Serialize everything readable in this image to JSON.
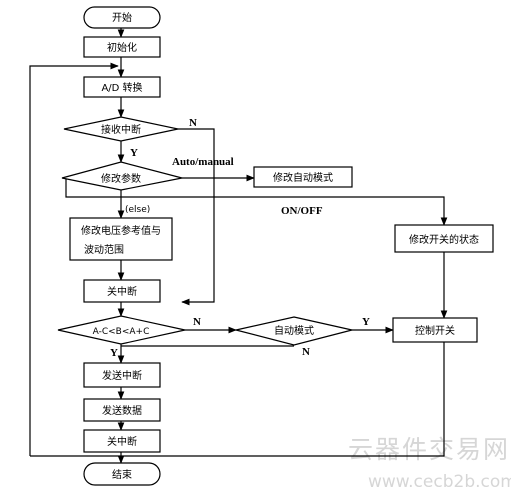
{
  "nodes": {
    "start": "开始",
    "init": "初始化",
    "adc": "A/D 转换",
    "recv_int": "接收中断",
    "modify_param": "修改参数",
    "modify_auto_mode": "修改自动模式",
    "modify_voltage_line1": "修改电压参考值与",
    "modify_voltage_line2": "波动范围",
    "modify_switch_state": "修改开关的状态",
    "close_int_1": "关中断",
    "compare": "A-C<B<A+C",
    "auto_mode": "自动模式",
    "control_switch": "控制开关",
    "send_int": "发送中断",
    "send_data": "发送数据",
    "close_int_2": "关中断",
    "end": "结束"
  },
  "edges": {
    "recv_no": "N",
    "recv_yes": "Y",
    "auto_manual": "Auto/manual",
    "else": "(else)",
    "on_off": "ON/OFF",
    "compare_no": "N",
    "compare_yes": "Y",
    "auto_yes": "Y",
    "auto_no": "N"
  },
  "watermark": {
    "text_cn": "云器件交易网",
    "url": "www.cecb2b.com"
  }
}
